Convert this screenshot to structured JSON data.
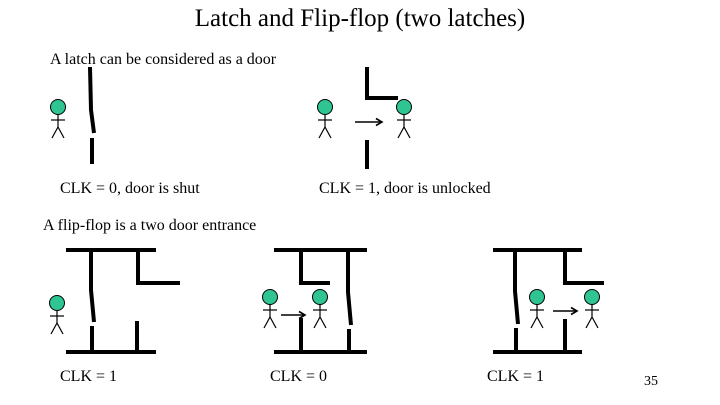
{
  "title": "Latch and Flip-flop (two latches)",
  "captions": {
    "latch": "A latch can be considered as a door",
    "flipflop": "A flip-flop is a two door entrance"
  },
  "labels": {
    "clk0_shut": "CLK = 0, door is shut",
    "clk1_unlocked": "CLK = 1, door is unlocked",
    "ff_clk1_a": "CLK = 1",
    "ff_clk0": "CLK = 0",
    "ff_clk1_b": "CLK = 1"
  },
  "page_number": "35",
  "colors": {
    "person_head": "#2ec592",
    "line": "#000000"
  }
}
